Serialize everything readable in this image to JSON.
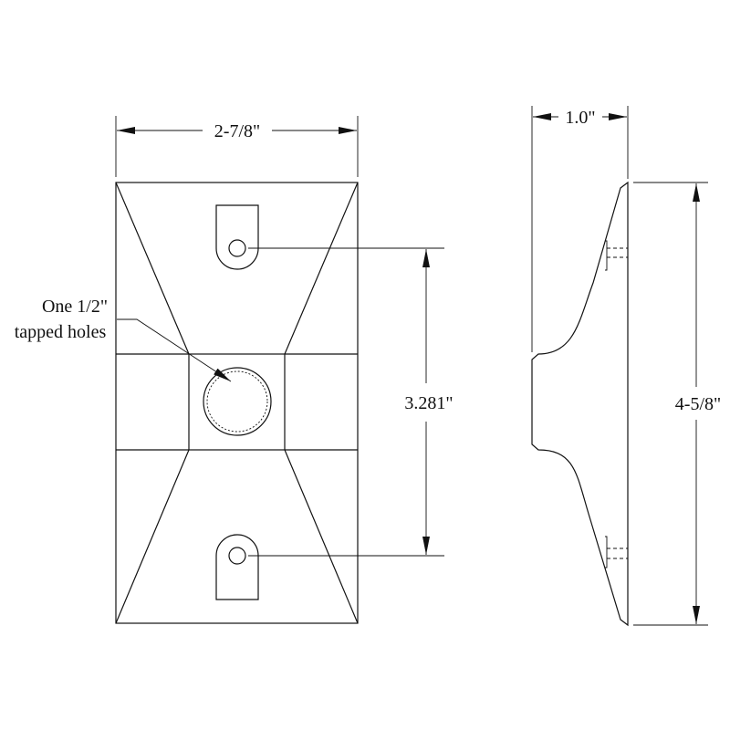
{
  "dimensions": {
    "width": "2-7/8\"",
    "depth": "1.0\"",
    "hole_spacing": "3.281\"",
    "height": "4-5/8\""
  },
  "callout": {
    "line1": "One 1/2\"",
    "line2": "tapped holes"
  },
  "colors": {
    "line": "#111111",
    "background": "#ffffff"
  }
}
